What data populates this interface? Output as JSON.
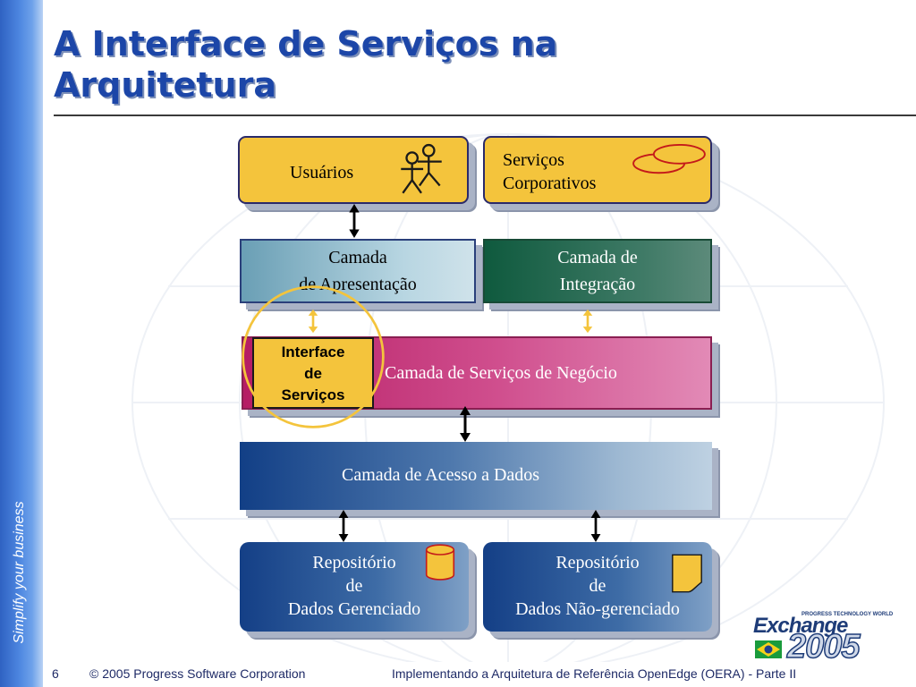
{
  "slide": {
    "title_line1": "A Interface de Serviços na",
    "title_line2": "Arquitetura",
    "sidebar_tagline": "Simplify your business"
  },
  "diagram": {
    "usuarios": "Usuários",
    "servicos_corp_line1": "Serviços",
    "servicos_corp_line2": "Corporativos",
    "apresentacao_line1": "Camada",
    "apresentacao_line2": "de Apresentação",
    "integracao_line1": "Camada de",
    "integracao_line2": "Integração",
    "interface_line1": "Interface",
    "interface_line2": "de",
    "interface_line3": "Serviços",
    "negocio": "Camada de Serviços de Negócio",
    "acesso_dados": "Camada de Acesso a Dados",
    "repo1_line1": "Repositório",
    "repo1_line2": "de",
    "repo1_line3": "Dados Gerenciado",
    "repo2_line1": "Repositório",
    "repo2_line2": "de",
    "repo2_line3": "Dados Não-gerenciado"
  },
  "footer": {
    "page_number": "6",
    "copyright": "© 2005 Progress Software Corporation",
    "subtitle": "Implementando a Arquitetura de Referência OpenEdge (OERA) - Parte II"
  },
  "logo": {
    "word": "Exchange",
    "year": "2005",
    "small_caption": "PROGRESS TECHNOLOGY WORLD"
  },
  "colors": {
    "title": "#1c46a8",
    "yellow": "#f4c43c",
    "integration_green": "#1f6a4a",
    "business_pink": "#c9367a",
    "data_blue": "#1a4a8c",
    "highlight_ring": "#f4c43c"
  },
  "icons": [
    "stick-figures-icon",
    "ellipses-icon",
    "database-cylinder-icon",
    "document-icon",
    "brazil-flag-icon"
  ]
}
